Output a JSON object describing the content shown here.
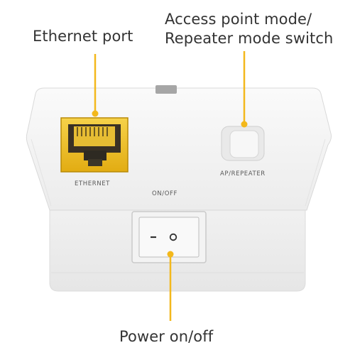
{
  "callouts": {
    "ethernet_port": "Ethernet port",
    "ap_switch_line1": "Access point mode/",
    "ap_switch_line2": "Repeater mode switch",
    "power": "Power on/off"
  },
  "device_labels": {
    "ethernet": "ETHERNET",
    "ap_repeater": "AP/REPEATER",
    "on_off": "ON/OFF"
  },
  "colors": {
    "callout_line": "#f3b81c",
    "ethernet_port": "#f2c11a",
    "device_body": "#f4f4f4"
  }
}
